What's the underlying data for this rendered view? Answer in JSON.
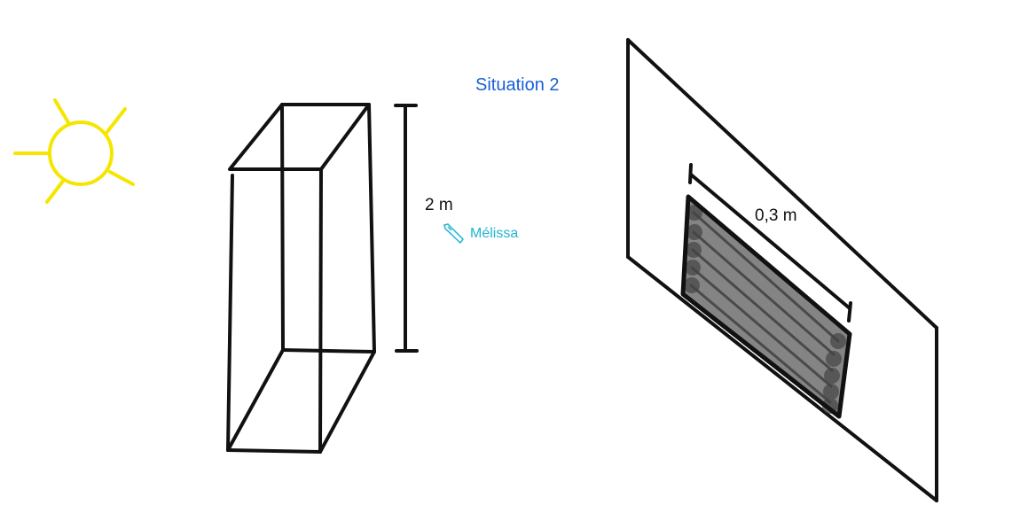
{
  "title": "Situation 2",
  "height_label": "2 m",
  "width_label": "0,3 m",
  "author": {
    "name": "Mélissa",
    "icon": "marker-pen-icon"
  },
  "colors": {
    "title": "#1a5fd6",
    "author": "#1fb5d0",
    "sun": "#f5e600",
    "ink": "#111111",
    "panel": "#6f6f6f"
  }
}
